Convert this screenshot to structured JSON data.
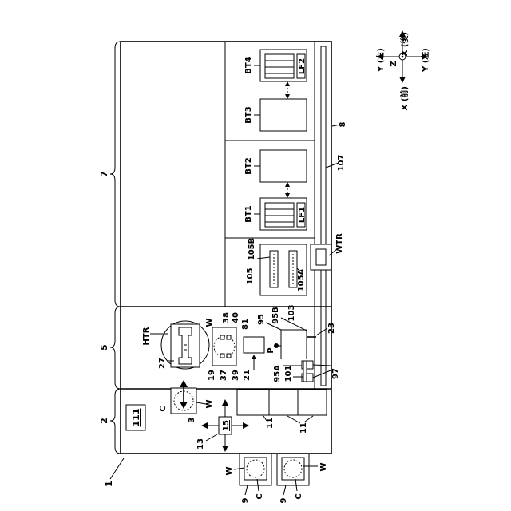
{
  "figure": {
    "labels": {
      "unit1": "1",
      "section2": "2",
      "section5": "5",
      "section7": "7",
      "controller": "111",
      "transfer_robot_13": "13",
      "transfer_robot_15": "15",
      "carrier_c_a": "C",
      "carrier_c_b": "C",
      "carrier_c_c": "C",
      "carrier_w_a": "W",
      "carrier_w_b": "W",
      "carrier_w_c": "W",
      "wafer_w_htr": "W",
      "load_port_9a": "9",
      "load_port_9b": "9",
      "mount_3": "3",
      "mount_11a": "11",
      "mount_11b": "11",
      "mount_11c": "11",
      "htr": "HTR",
      "htr_27": "27",
      "n19": "19",
      "n37": "37",
      "n39": "39",
      "n38": "38",
      "n40": "40",
      "n81": "81",
      "n21": "21",
      "n95": "95",
      "n95a": "95A",
      "n95b": "95B",
      "n23": "23",
      "p": "P",
      "n101": "101",
      "n97": "97",
      "n105": "105",
      "n105a": "105A",
      "n105b": "105B",
      "n103": "103",
      "wtr": "WTR",
      "bt1": "BT1",
      "bt2": "BT2",
      "bt3": "BT3",
      "bt4": "BT4",
      "lf1": "LF1",
      "lf2": "LF2",
      "n107": "107",
      "n8": "8"
    },
    "axes": {
      "x_back": "X (後)",
      "x_front": "X (前)",
      "y_right": "Y (右)",
      "y_left": "Y (左)",
      "z": "Z"
    }
  }
}
